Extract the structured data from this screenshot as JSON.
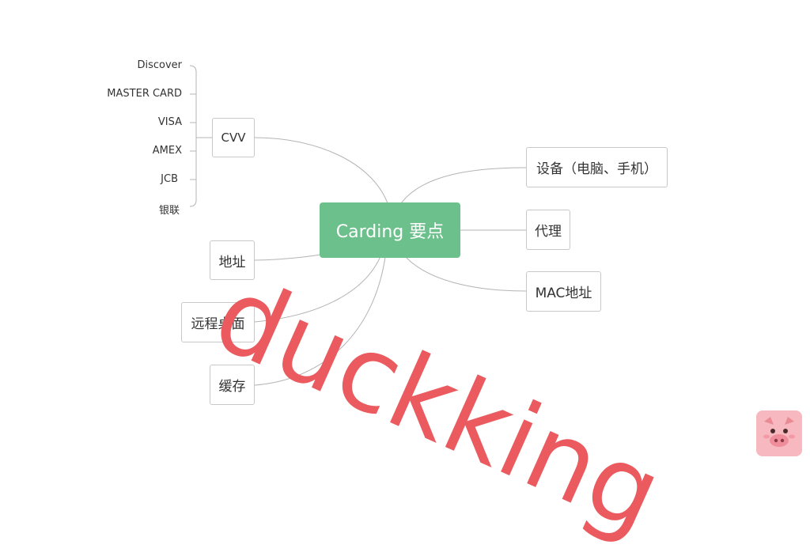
{
  "root": {
    "label": "Carding 要点"
  },
  "left_branches": {
    "cvv": {
      "label": "CVV",
      "children": [
        "Discover",
        "MASTER CARD",
        "VISA",
        "AMEX",
        "JCB",
        "银联"
      ]
    },
    "address": {
      "label": "地址"
    },
    "remote_desktop": {
      "label": "远程桌面"
    },
    "cache": {
      "label": "缓存"
    }
  },
  "right_branches": {
    "device": {
      "label": "设备（电脑、手机）"
    },
    "proxy": {
      "label": "代理"
    },
    "mac": {
      "label": "MAC地址"
    }
  },
  "watermark": {
    "text": "duckking"
  },
  "colors": {
    "root_fill": "#6cc08b",
    "watermark": "#ea5a5e",
    "line": "#b4b4b4"
  },
  "icons": {
    "corner_logo": "pig-face-icon"
  }
}
